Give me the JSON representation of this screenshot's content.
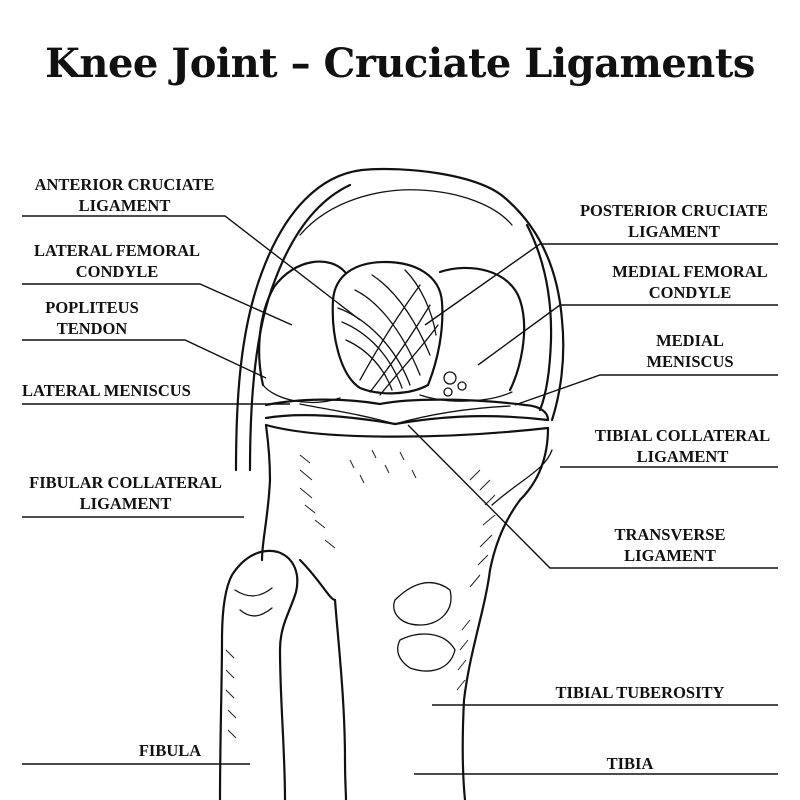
{
  "title": "Knee Joint – Cruciate Ligaments",
  "labels": {
    "anterior_cruciate_ligament": [
      "ANTERIOR CRUCIATE",
      "LIGAMENT"
    ],
    "lateral_femoral_condyle": [
      "LATERAL FEMORAL",
      "CONDYLE"
    ],
    "popliteus_tendon": [
      "POPLITEUS",
      "TENDON"
    ],
    "lateral_meniscus": [
      "LATERAL MENISCUS"
    ],
    "fibular_collateral_ligament": [
      "FIBULAR COLLATERAL",
      "LIGAMENT"
    ],
    "fibula": [
      "FIBULA"
    ],
    "posterior_cruciate_ligament": [
      "POSTERIOR CRUCIATE",
      "LIGAMENT"
    ],
    "medial_femoral_condyle": [
      "MEDIAL FEMORAL",
      "CONDYLE"
    ],
    "medial_meniscus": [
      "MEDIAL",
      "MENISCUS"
    ],
    "tibial_collateral_ligament": [
      "TIBIAL COLLATERAL",
      "LIGAMENT"
    ],
    "transverse_ligament": [
      "TRANSVERSE",
      "LIGAMENT"
    ],
    "tibial_tuberosity": [
      "TIBIAL TUBEROSITY"
    ],
    "tibia": [
      "TIBIA"
    ]
  }
}
